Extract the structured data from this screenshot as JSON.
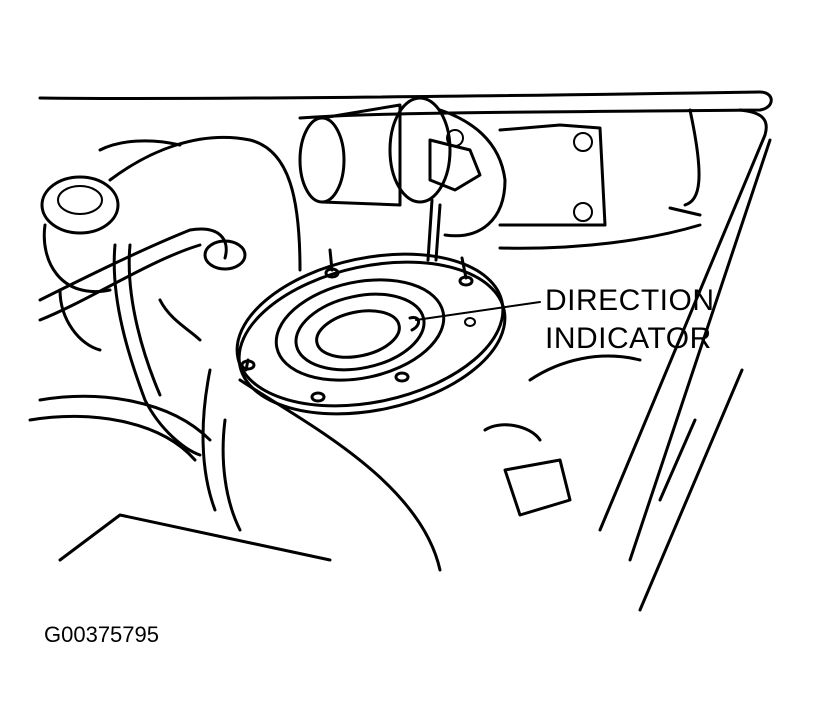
{
  "callout": {
    "line1": "DIRECTION",
    "line2": "INDICATOR"
  },
  "figure_id": "G00375795",
  "colors": {
    "ink": "#000000",
    "paper": "#ffffff"
  }
}
